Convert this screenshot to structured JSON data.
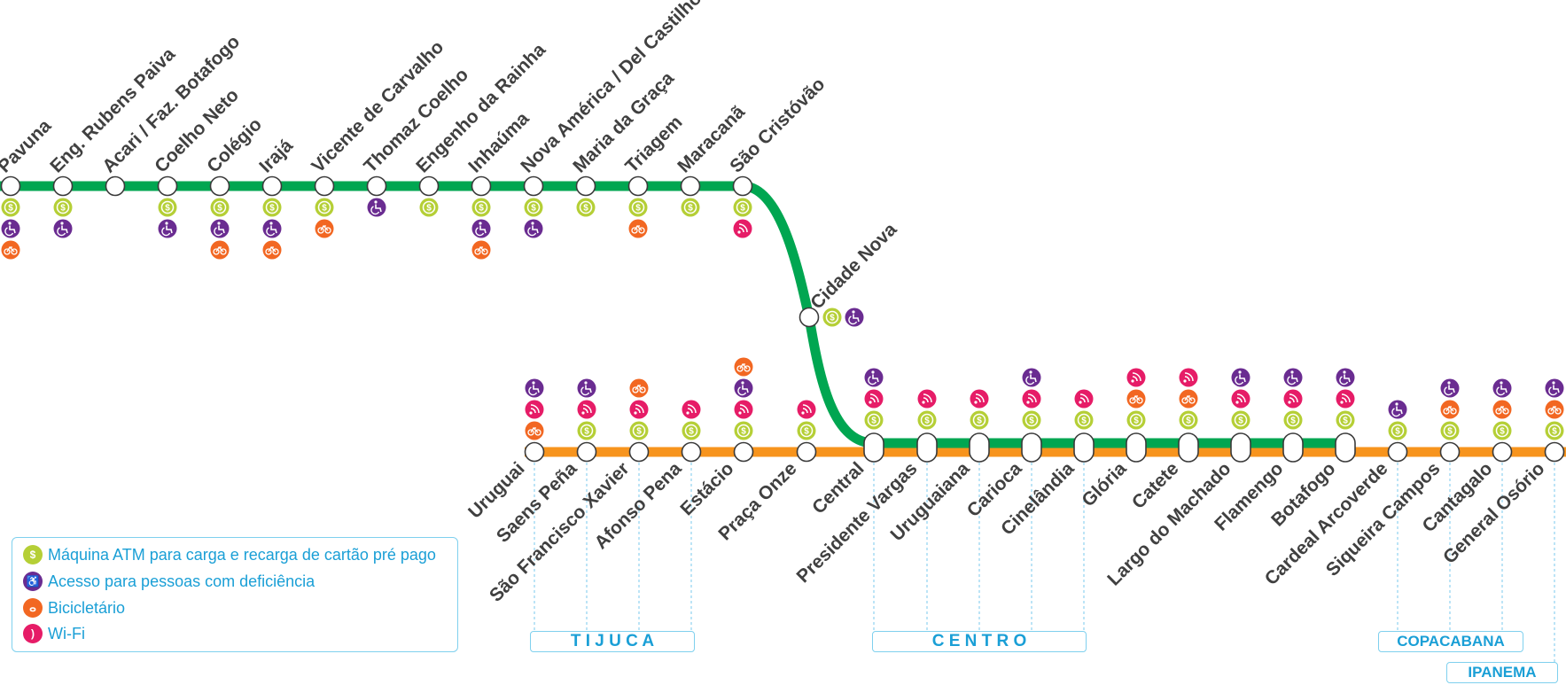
{
  "colors": {
    "line_green": "#00a651",
    "line_orange": "#f7941d",
    "atm": "#b5cf36",
    "accessibility": "#6a2c91",
    "bicycle": "#f26722",
    "wifi": "#e61c67",
    "district": "#1a9fd6"
  },
  "legend": {
    "atm": "Máquina ATM para carga e recarga de cartão pré pago",
    "accessibility": "Acesso para pessoas com deficiência",
    "bicycle": "Bicicletário",
    "wifi": "Wi-Fi"
  },
  "districts": {
    "tijuca": "T I J U C A",
    "centro": "C E N T R O",
    "copacabana": "COPACABANA",
    "ipanema": "IPANEMA"
  },
  "line2_stations": [
    {
      "name": "Pavuna",
      "services": [
        "atm",
        "accessibility",
        "bicycle"
      ]
    },
    {
      "name": "Eng. Rubens Paiva",
      "services": [
        "atm",
        "accessibility"
      ]
    },
    {
      "name": "Acari / Faz. Botafogo",
      "services": []
    },
    {
      "name": "Coelho Neto",
      "services": [
        "atm",
        "accessibility"
      ]
    },
    {
      "name": "Colégio",
      "services": [
        "atm",
        "accessibility",
        "bicycle"
      ]
    },
    {
      "name": "Irajá",
      "services": [
        "atm",
        "accessibility",
        "bicycle"
      ]
    },
    {
      "name": "Vicente de Carvalho",
      "services": [
        "atm",
        "bicycle"
      ]
    },
    {
      "name": "Thomaz Coelho",
      "services": [
        "accessibility"
      ]
    },
    {
      "name": "Engenho da Rainha",
      "services": [
        "atm"
      ]
    },
    {
      "name": "Inhaúma",
      "services": [
        "atm",
        "accessibility",
        "bicycle"
      ]
    },
    {
      "name": "Nova América / Del Castilho",
      "services": [
        "atm",
        "accessibility"
      ]
    },
    {
      "name": "Maria da Graça",
      "services": [
        "atm"
      ]
    },
    {
      "name": "Triagem",
      "services": [
        "atm",
        "bicycle"
      ]
    },
    {
      "name": "Maracanã",
      "services": [
        "atm"
      ]
    },
    {
      "name": "São Cristóvão",
      "services": [
        "atm",
        "wifi"
      ]
    }
  ],
  "cidade_nova": {
    "name": "Cidade Nova",
    "services": [
      "atm",
      "accessibility"
    ]
  },
  "line1_stations": [
    {
      "name": "Uruguai",
      "services": [
        "accessibility",
        "wifi",
        "bicycle"
      ]
    },
    {
      "name": "Saens Peña",
      "services": [
        "accessibility",
        "wifi",
        "atm"
      ]
    },
    {
      "name": "São Francisco Xavier",
      "services": [
        "bicycle",
        "wifi",
        "atm"
      ]
    },
    {
      "name": "Afonso Pena",
      "services": [
        "wifi",
        "atm"
      ]
    },
    {
      "name": "Estácio",
      "services": [
        "bicycle",
        "accessibility",
        "wifi",
        "atm"
      ]
    },
    {
      "name": "Praça Onze",
      "services": [
        "wifi",
        "atm"
      ]
    },
    {
      "name": "Central",
      "services": [
        "accessibility",
        "wifi",
        "atm"
      ]
    },
    {
      "name": "Presidente Vargas",
      "services": [
        "wifi",
        "atm"
      ]
    },
    {
      "name": "Uruguaiana",
      "services": [
        "wifi",
        "atm"
      ]
    },
    {
      "name": "Carioca",
      "services": [
        "accessibility",
        "wifi",
        "atm"
      ]
    },
    {
      "name": "Cinelândia",
      "services": [
        "wifi",
        "atm"
      ]
    },
    {
      "name": "Glória",
      "services": [
        "wifi",
        "bicycle",
        "atm"
      ]
    },
    {
      "name": "Catete",
      "services": [
        "wifi",
        "bicycle",
        "atm"
      ]
    },
    {
      "name": "Largo do Machado",
      "services": [
        "accessibility",
        "wifi",
        "atm"
      ]
    },
    {
      "name": "Flamengo",
      "services": [
        "accessibility",
        "wifi",
        "atm"
      ]
    },
    {
      "name": "Botafogo",
      "services": [
        "accessibility",
        "wifi",
        "atm"
      ]
    },
    {
      "name": "Cardeal Arcoverde",
      "services": [
        "accessibility",
        "atm"
      ]
    },
    {
      "name": "Siqueira Campos",
      "services": [
        "accessibility",
        "bicycle",
        "atm"
      ]
    },
    {
      "name": "Cantagalo",
      "services": [
        "accessibility",
        "bicycle",
        "atm"
      ]
    },
    {
      "name": "General Osório",
      "services": [
        "accessibility",
        "bicycle",
        "atm"
      ]
    }
  ]
}
